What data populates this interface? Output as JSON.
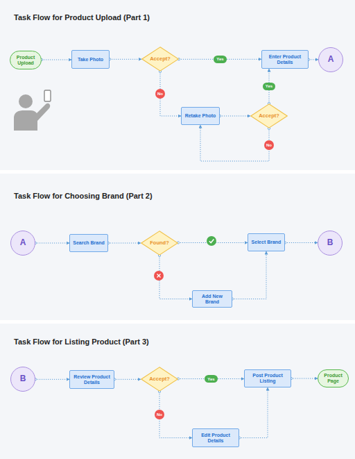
{
  "diagram": {
    "nodes": [
      {
        "text": [
          "Product Upload"
        ]
      },
      {
        "text": [
          "Take Photo"
        ]
      },
      {
        "text": [
          "Accept?"
        ]
      },
      {
        "text": [
          "Enter Product Details"
        ]
      },
      {
        "text": [
          "A"
        ]
      },
      {
        "text": [
          "Retake Photo"
        ]
      },
      {
        "text": [
          "Accept?"
        ]
      },
      {
        "text": [
          "A"
        ]
      },
      {
        "text": [
          "Search Brand"
        ]
      },
      {
        "text": [
          "Found?"
        ]
      },
      {
        "text": [
          "Select Brand"
        ]
      },
      {
        "text": [
          "B"
        ]
      },
      {
        "text": [
          "Add New Brand"
        ]
      },
      {
        "text": [
          "B"
        ]
      },
      {
        "text": [
          "Review Product Details"
        ]
      },
      {
        "text": [
          "Accept?"
        ]
      },
      {
        "text": [
          "Post Product Listing"
        ]
      },
      {
        "text": [
          "Product Page"
        ]
      },
      {
        "text": [
          "Edit Product Details"
        ]
      }
    ],
    "edges": [
      {
        "from": 0,
        "to": 1,
        "arrow": "to"
      },
      {
        "from": 1,
        "to": 2,
        "arrow": "to"
      },
      {
        "from": 2,
        "to": 3,
        "label": "Yes",
        "arrow": "to"
      },
      {
        "from": 2,
        "to": 5,
        "label": "No",
        "arrow": "to"
      },
      {
        "from": 5,
        "to": 6,
        "arrow": "to"
      },
      {
        "from": 6,
        "to": 3,
        "label": "Yes",
        "arrow": "to"
      },
      {
        "from": 6,
        "to": 5,
        "label": "No",
        "arrow": "to"
      },
      {
        "from": 3,
        "to": 4,
        "arrow": "to"
      },
      {
        "from": 7,
        "to": 8,
        "arrow": "to"
      },
      {
        "from": 8,
        "to": 9,
        "arrow": "to"
      },
      {
        "from": 9,
        "to": 10,
        "arrow": "to"
      },
      {
        "from": 9,
        "to": 12,
        "arrow": "to"
      },
      {
        "from": 12,
        "to": 10,
        "arrow": "to"
      },
      {
        "from": 10,
        "to": 11,
        "arrow": "to"
      },
      {
        "from": 13,
        "to": 14,
        "arrow": "to"
      },
      {
        "from": 14,
        "to": 15,
        "arrow": "to"
      },
      {
        "from": 15,
        "to": 16,
        "label": "Yes",
        "arrow": "to"
      },
      {
        "from": 15,
        "to": 18,
        "label": "No",
        "arrow": "to"
      },
      {
        "from": 18,
        "to": 16,
        "arrow": "to"
      },
      {
        "from": 16,
        "to": 17,
        "arrow": "to"
      }
    ],
    "labels": [
      "Task Flow for Product Upload (Part 1)",
      "Task Flow for Choosing Brand (Part 2)",
      "Task Flow for Listing Product (Part 3)"
    ]
  }
}
